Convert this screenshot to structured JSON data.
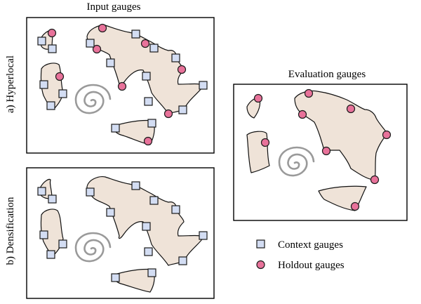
{
  "figure": {
    "input_title": "Input gauges",
    "evaluation_title": "Evaluation gauges",
    "row_labels": {
      "hyperlocal": "a) Hyperlocal",
      "densification": "b) Densification"
    }
  },
  "legend": {
    "context_label": "Context gauges",
    "holdout_label": "Holdout gauges"
  },
  "colors": {
    "region_fill": "#efe3d8",
    "context_marker": "#d3ddf3",
    "holdout_marker": "#e8729a",
    "spiral": "#9a9a9a"
  },
  "icons": {
    "context_marker": "square-marker-icon",
    "holdout_marker": "circle-marker-icon",
    "storm": "spiral-storm-icon"
  }
}
